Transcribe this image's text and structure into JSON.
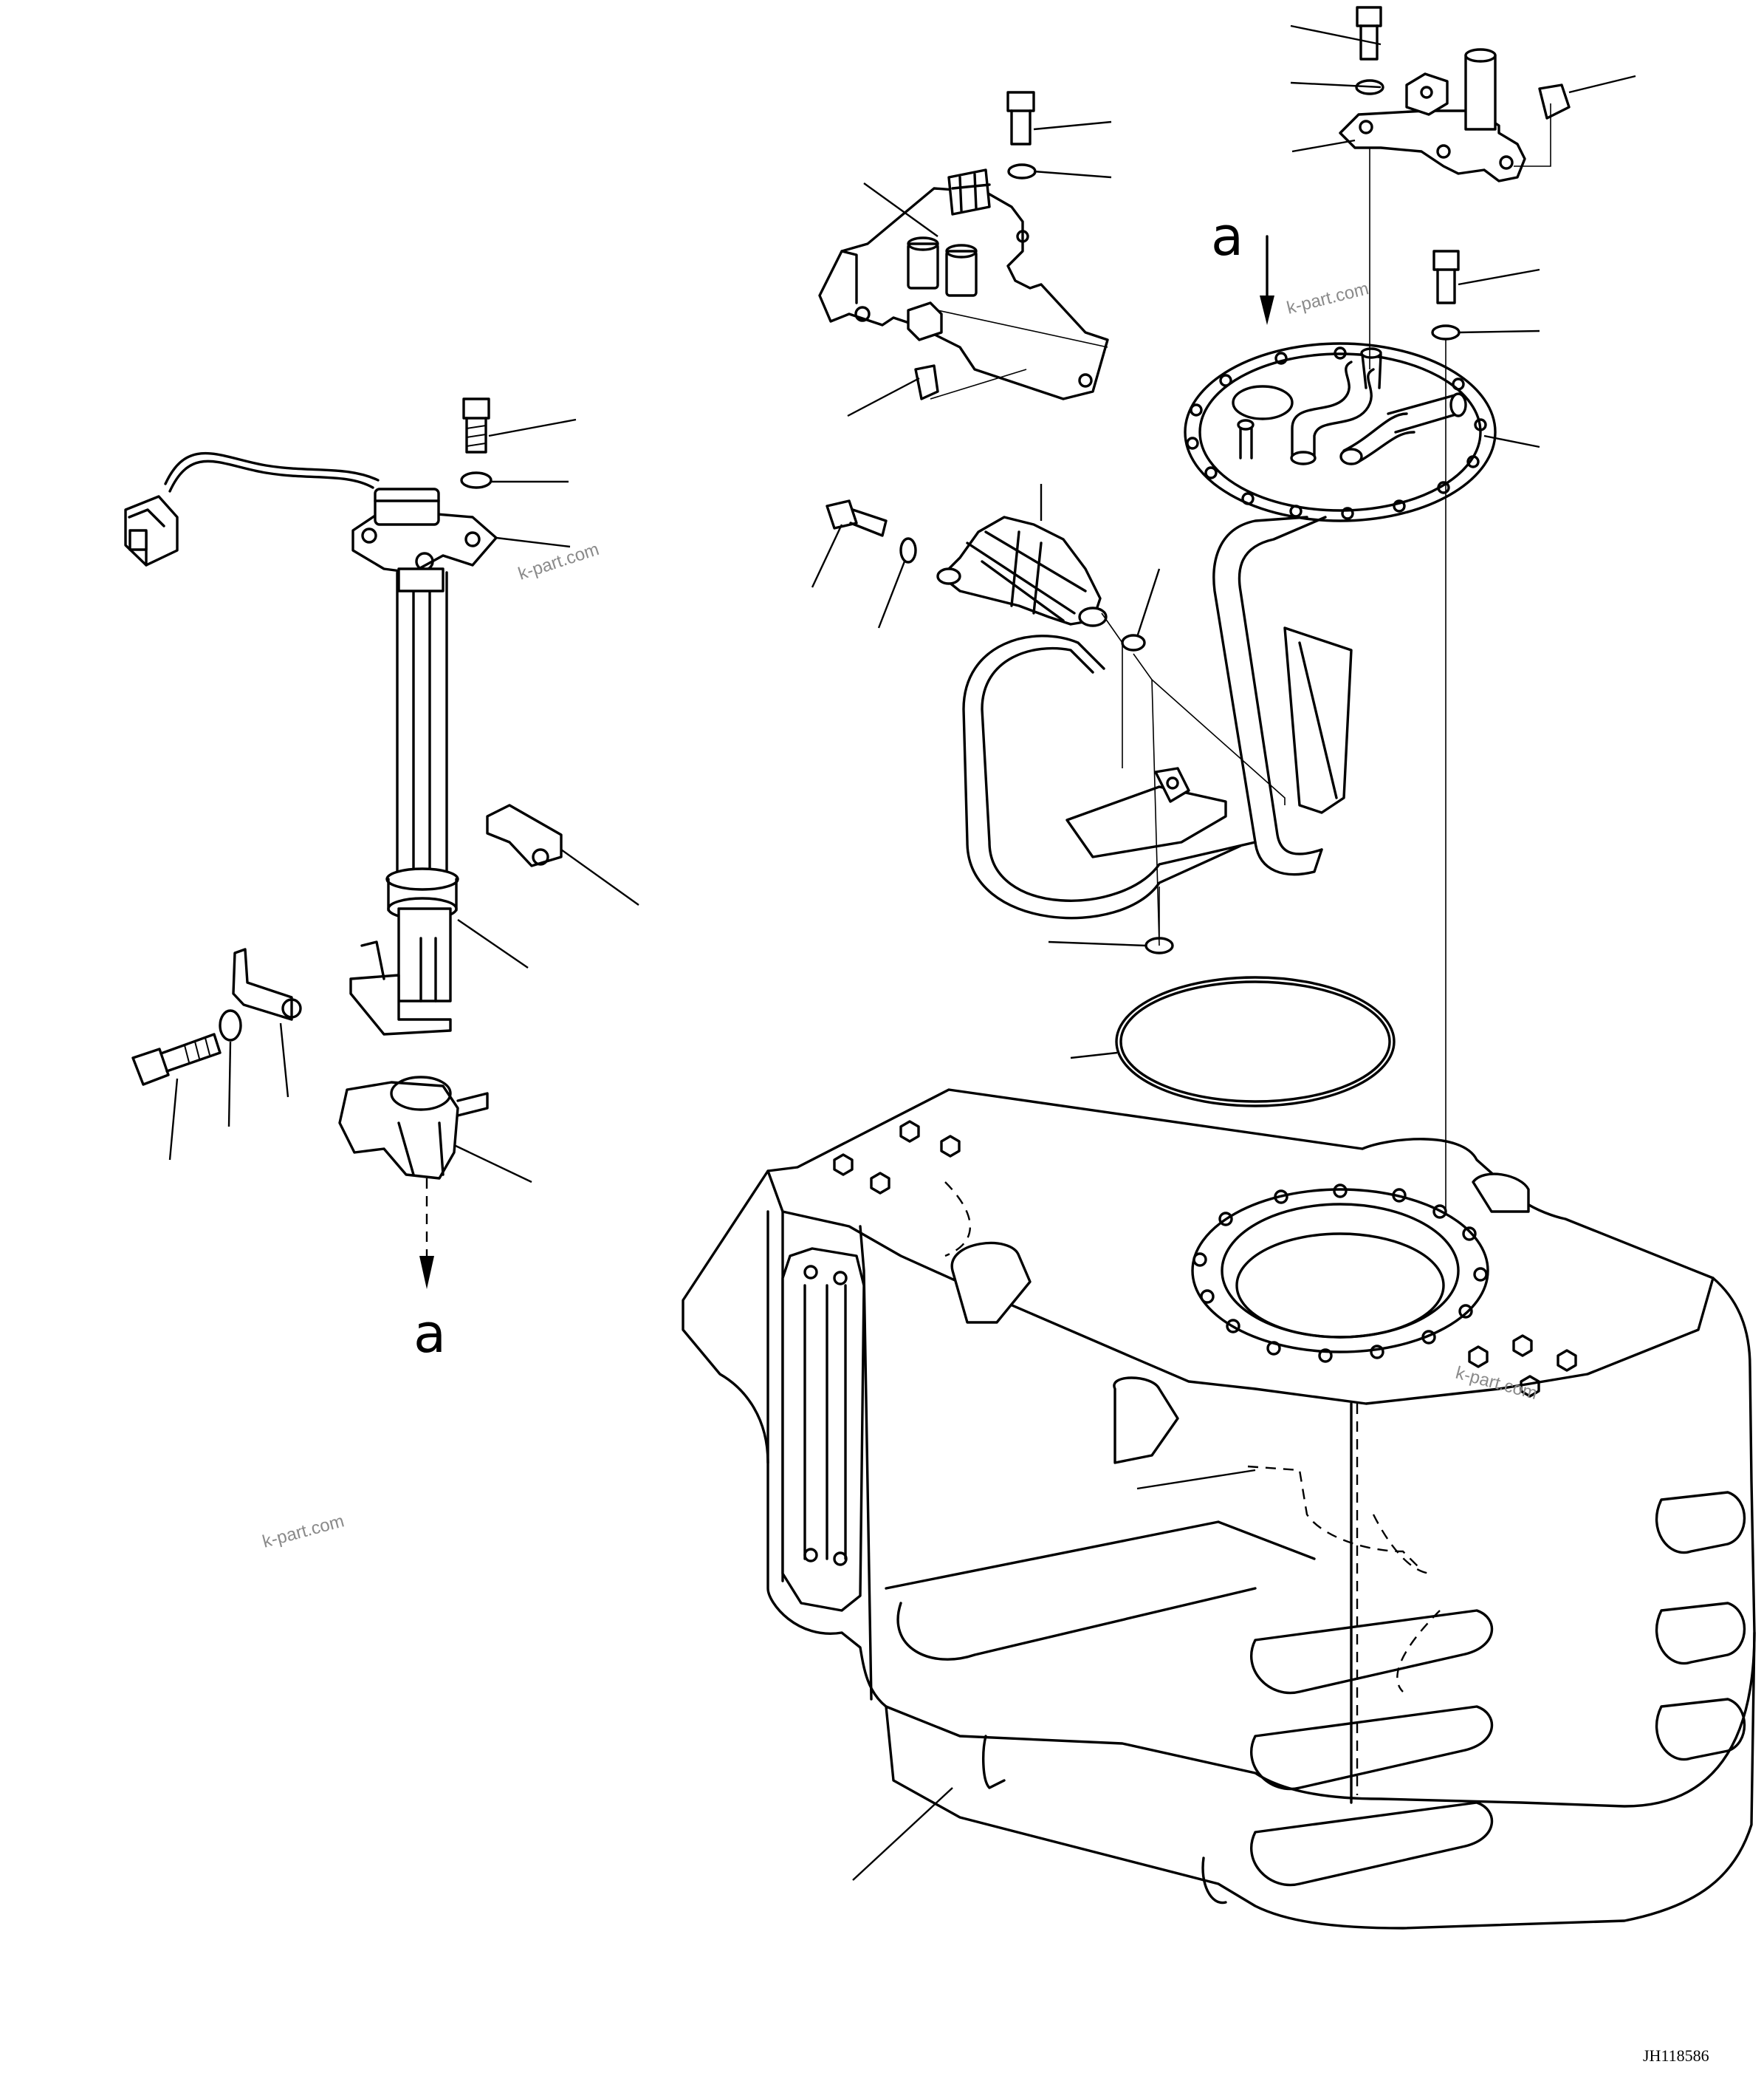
{
  "view_labels": {
    "upper": "a",
    "lower": "a"
  },
  "watermarks": [
    "k-part.com",
    "k-part.com",
    "k-part.com",
    "k-part.com"
  ],
  "drawing_code": "JH118586",
  "parts": [
    "fuel-level-sensor",
    "sensor-connector",
    "sensor-mounting-bolt",
    "sensor-washer",
    "sensor-gasket",
    "sensor-float",
    "sensor-clip",
    "lower-bracket-bolt",
    "lower-bracket-washer",
    "lower-bracket",
    "sender-flange-plate",
    "suction-pipe",
    "fuel-strainer",
    "strainer-bolt",
    "strainer-washer",
    "upper-bracket",
    "hose-clamp",
    "flange-o-ring",
    "fuel-tank"
  ]
}
